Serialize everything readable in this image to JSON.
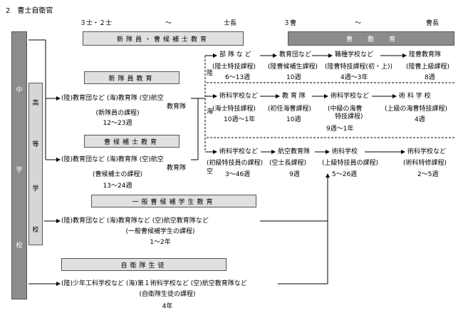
{
  "title": "2　曹士自衛官",
  "header": {
    "rank_left": "３士・２士",
    "tilde": "～",
    "rank_mid": "士長",
    "rank_sanso": "３曹",
    "rank_socho": "曹長"
  },
  "boxes": {
    "shin_kyoiku_top": "新隊員・曹候補士教育",
    "so_kyoiku": "曹　　教　　育",
    "shin_kyoiku": "新隊員教育",
    "sokoho_kyoiku": "曹候補士教育",
    "ippan_sokoho": "一般曹候補学生教育",
    "jieitai_seito": "自衛隊生徒"
  },
  "vertical": {
    "chugakko": [
      "中",
      "学",
      "校"
    ],
    "kotogakko": [
      "高",
      "等",
      "学",
      "校"
    ]
  },
  "branch": {
    "riku": "陸",
    "kai": "海",
    "ku": "空"
  },
  "rows": {
    "shin": {
      "line": "(陸)教育団など (海)教育隊 (空)航空",
      "line2": "教育隊",
      "course": "(新隊員の課程)",
      "weeks": "12～23週"
    },
    "sokoho": {
      "line": "(陸)教育団など (海)教育隊 (空)航空",
      "line2": "教育隊",
      "course": "(曹候補士の課程)",
      "weeks": "13～24週"
    },
    "ippan": {
      "line": "(陸)教育団など (海)教育隊など (空)航空教育隊など",
      "course": "(一般曹候補学生の課程)",
      "weeks": "1～2年"
    },
    "seito": {
      "line": "(陸)少年工科学校など (海)第１術科学校など (空)航空教育隊など",
      "course": "(自衛隊生徒の課程)",
      "weeks": "4年"
    }
  },
  "riku": {
    "c1": {
      "name": "部 隊 な ど",
      "course": "(陸士特技課程)",
      "weeks": "6～13週"
    },
    "c2": {
      "name": "教育団など",
      "course": "(陸曹候補生課程)",
      "weeks": "10週"
    },
    "c3": {
      "name": "職種学校など",
      "course": "(陸曹特技課程(初・上))",
      "weeks": "4週～3年"
    },
    "c4": {
      "name": "陸曹教育隊",
      "course": "(陸曹上級課程)",
      "weeks": "8週"
    }
  },
  "kai": {
    "c1": {
      "name": "術科学校など",
      "course": "(海士特技課程)",
      "weeks": "10週～1年"
    },
    "c2": {
      "name": "教 育 隊",
      "course": "(初任海曹課程)",
      "weeks": "10週"
    },
    "c3": {
      "name": "術科学校など",
      "course1": "(中級の海曹",
      "course2": "特技課程)",
      "weeks": "9週～1年"
    },
    "c4": {
      "name": "術 科 学 校",
      "course": "(上級の海曹特技課程)",
      "weeks": "4週"
    }
  },
  "ku": {
    "c1": {
      "name": "術科学校など",
      "course": "(初級特技員の課程)",
      "weeks": "3～46週"
    },
    "c2": {
      "name": "航空教育隊",
      "course": "(空士長課程)",
      "weeks": "9週"
    },
    "c3": {
      "name": "術科学校",
      "course": "(上級特技員の課程)",
      "weeks": "5～26週"
    },
    "c4": {
      "name": "術科学校など",
      "course": "(術科特修課程)",
      "weeks": "2～5週"
    }
  }
}
